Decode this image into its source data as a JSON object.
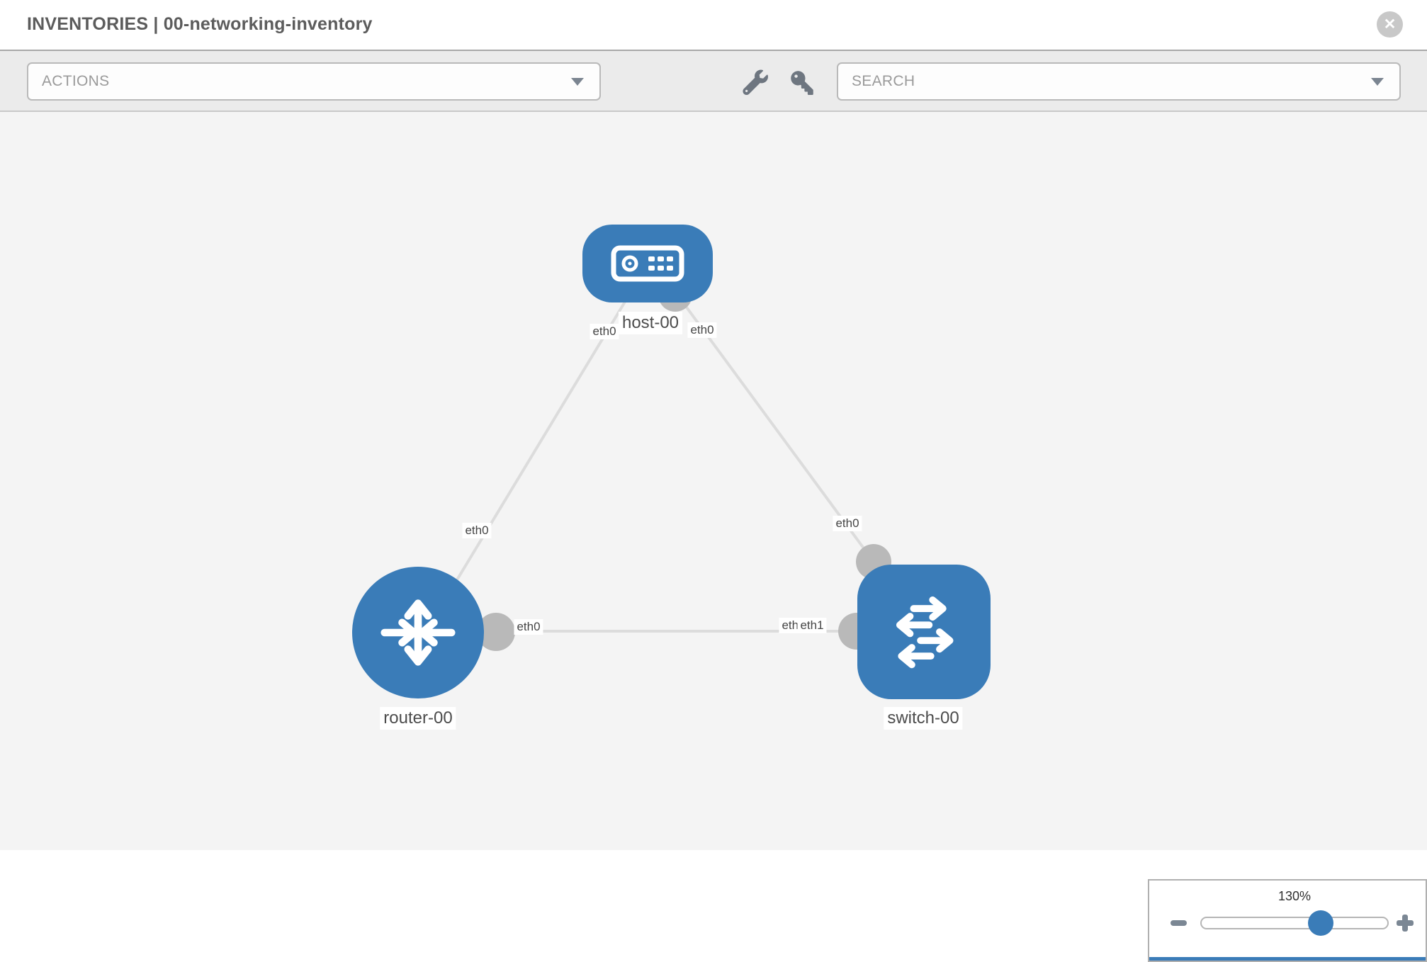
{
  "header": {
    "title": "INVENTORIES | 00-networking-inventory",
    "close_icon": "x-circle"
  },
  "toolbar": {
    "actions_label": "ACTIONS",
    "search_placeholder": "SEARCH",
    "icons": [
      "wrench",
      "key"
    ]
  },
  "diagram": {
    "nodes": [
      {
        "id": "host-00",
        "type": "host",
        "label": "host-00"
      },
      {
        "id": "router-00",
        "type": "router",
        "label": "router-00"
      },
      {
        "id": "switch-00",
        "type": "switch",
        "label": "switch-00"
      }
    ],
    "links": [
      {
        "source": "host-00",
        "source_iface": "eth0",
        "target": "router-00",
        "target_iface": "eth0"
      },
      {
        "source": "host-00",
        "source_iface": "eth0",
        "target": "switch-00",
        "target_iface": "eth0"
      },
      {
        "source": "router-00",
        "source_iface": "eth0",
        "target": "switch-00",
        "target_iface": "eth1"
      }
    ],
    "iface_labels": [
      {
        "text": "eth0",
        "at": "host-left"
      },
      {
        "text": "eth0",
        "at": "host-right"
      },
      {
        "text": "eth0",
        "at": "router-top"
      },
      {
        "text": "eth0",
        "at": "switch-top"
      },
      {
        "text": "eth0",
        "at": "router-right"
      },
      {
        "text": "eth0",
        "at": "switch-left-under"
      },
      {
        "text": "eth1",
        "at": "switch-left-over"
      }
    ],
    "colors": {
      "node_blue": "#3a7cb8",
      "link_gray": "#dcdcdc",
      "iface_gray": "#b9b9b9",
      "canvas_bg": "#f4f4f4"
    }
  },
  "zoom_control": {
    "value": "130%",
    "minus_icon": "minus",
    "plus_icon": "plus",
    "handle_position_pct": 64
  }
}
